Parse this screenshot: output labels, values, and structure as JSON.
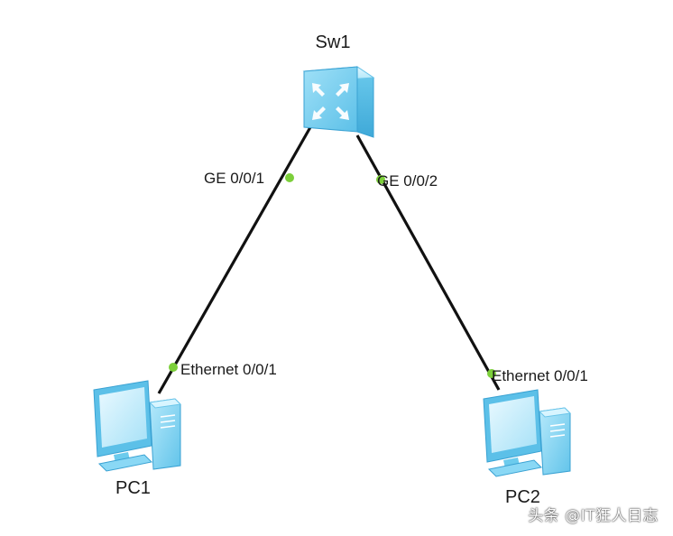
{
  "nodes": {
    "switch": {
      "name": "Sw1",
      "icon": "switch-icon"
    },
    "pc1": {
      "name": "PC1",
      "icon": "pc-icon"
    },
    "pc2": {
      "name": "PC2",
      "icon": "pc-icon"
    }
  },
  "links": [
    {
      "from": "Sw1",
      "from_port": "GE 0/0/1",
      "to": "PC1",
      "to_port": "Ethernet 0/0/1"
    },
    {
      "from": "Sw1",
      "from_port": "GE 0/0/2",
      "to": "PC2",
      "to_port": "Ethernet 0/0/1"
    }
  ],
  "watermark": "头条 @IT狂人日志",
  "colors": {
    "link": "#111111",
    "port_dot": "#7ccf3a",
    "device_light": "#bfeeff",
    "device_mid": "#8ad8f5",
    "device_dark": "#4fb8e3"
  }
}
